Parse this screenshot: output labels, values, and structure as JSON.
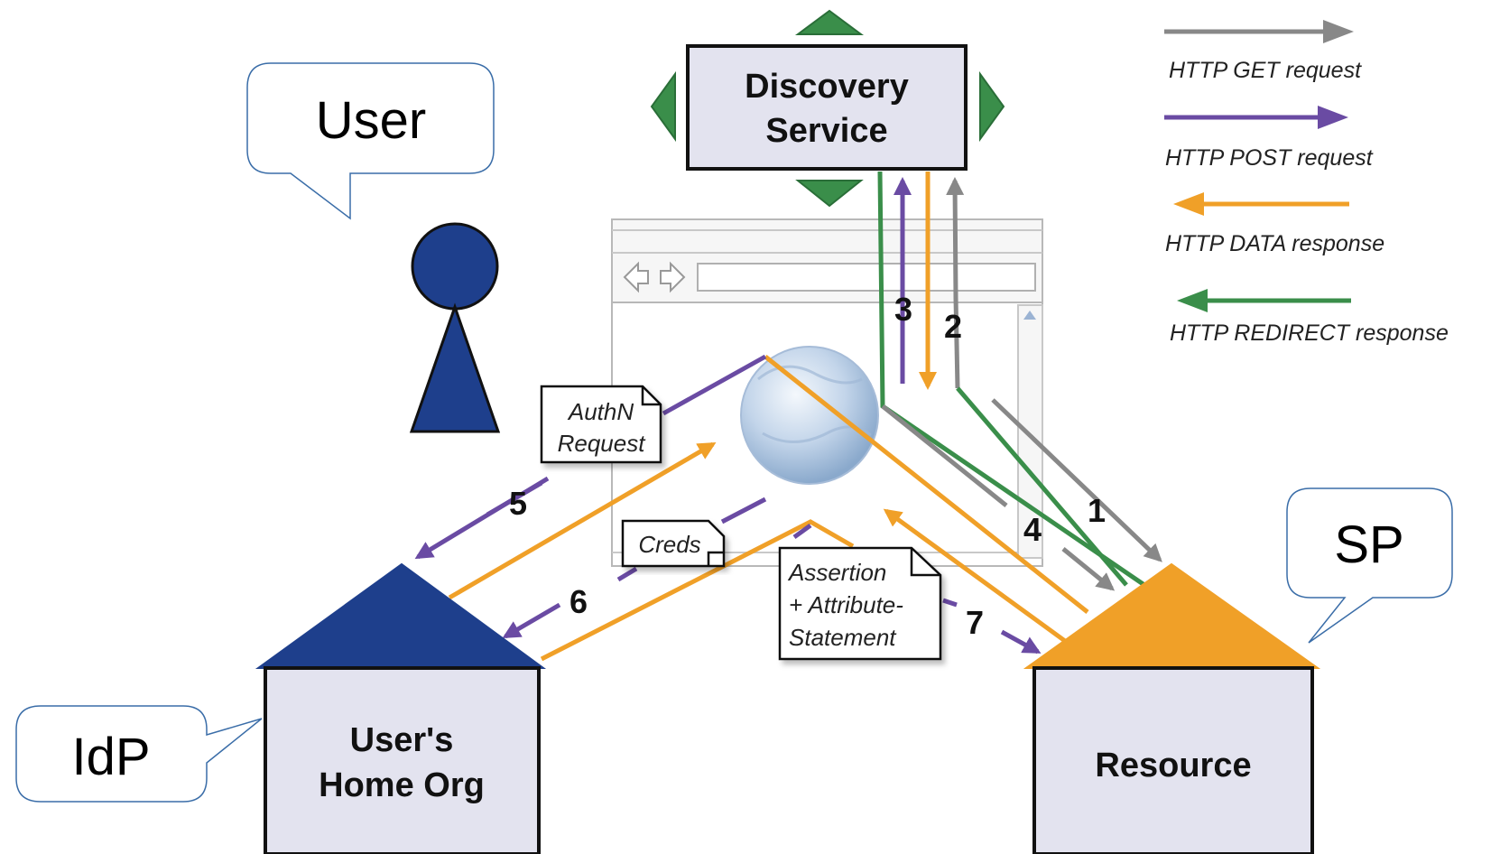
{
  "callouts": {
    "user": "User",
    "idp": "IdP",
    "sp": "SP"
  },
  "boxes": {
    "discovery": [
      "Discovery",
      "Service"
    ],
    "home_org": [
      "User's",
      "Home Org"
    ],
    "resource": "Resource"
  },
  "notes": {
    "authn": [
      "AuthN",
      "Request"
    ],
    "creds": "Creds",
    "assertion": [
      "Assertion",
      "+ Attribute-",
      "Statement"
    ]
  },
  "steps": [
    "1",
    "2",
    "3",
    "4",
    "5",
    "6",
    "7"
  ],
  "legend": [
    {
      "label": "HTTP GET request",
      "color": "#888888"
    },
    {
      "label": "HTTP POST request",
      "color": "#6a4ba3"
    },
    {
      "label": "HTTP DATA response",
      "color": "#f0a028"
    },
    {
      "label": "HTTP REDIRECT response",
      "color": "#3a8e4a"
    }
  ],
  "colors": {
    "get": "#888888",
    "post": "#6a4ba3",
    "data": "#f0a028",
    "redirect": "#3a8e4a",
    "idp_roof": "#1e3f8c",
    "sp_roof": "#f0a028",
    "user_figure": "#1e3f8c",
    "box_fill": "#e3e3ef",
    "triangle_green": "#3a8e4a"
  },
  "icons": {
    "browser_nav": "back-forward-arrows-icon",
    "globe": "globe-icon",
    "user": "person-icon"
  }
}
